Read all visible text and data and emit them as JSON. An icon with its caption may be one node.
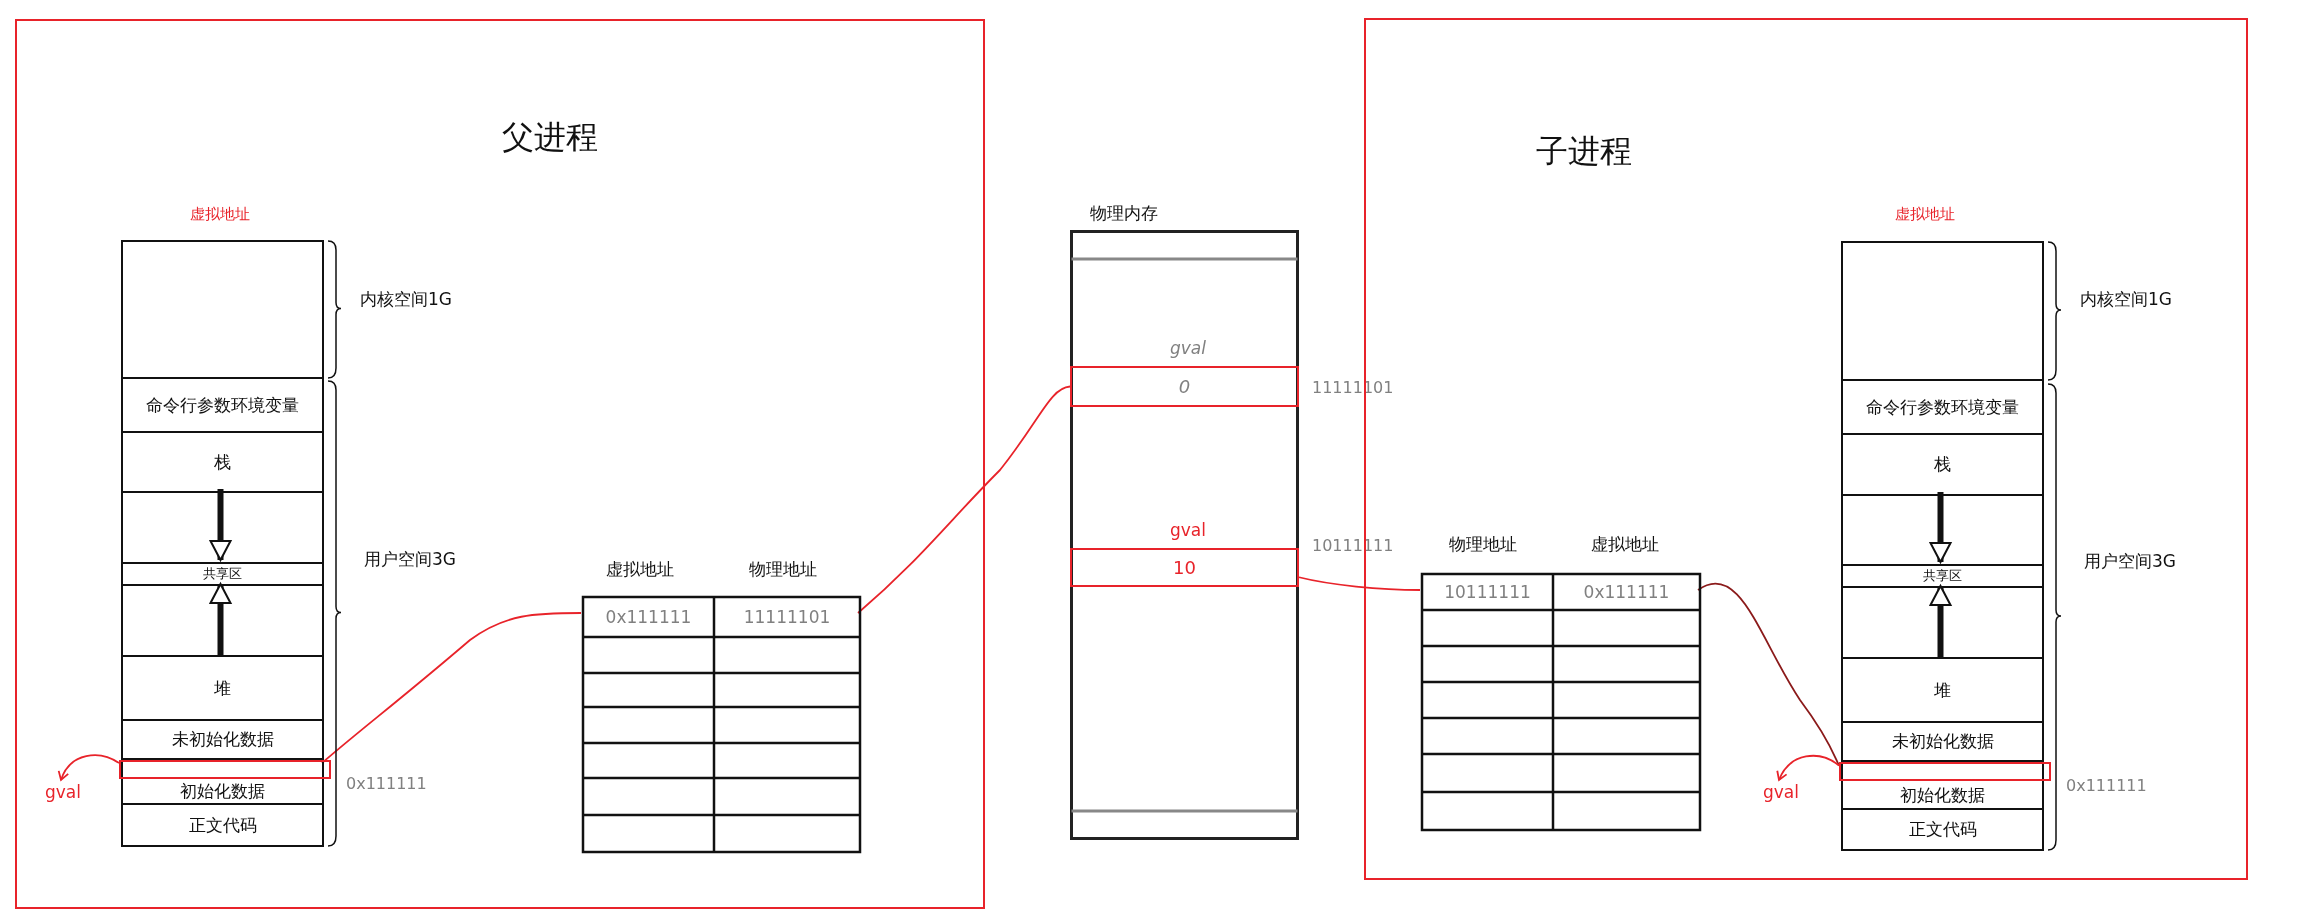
{
  "diagram": {
    "nodes": [
      {
        "text": [
          "父进程"
        ]
      },
      {
        "text": [],
        "shape": "box",
        "in": 0
      },
      {
        "text": [
          "命令行参数环境变量"
        ],
        "in": 0
      },
      {
        "text": [
          "栈"
        ],
        "in": 0
      },
      {
        "text": [],
        "shape": "box",
        "in": 0
      },
      {
        "text": [
          "共享区"
        ],
        "in": 0
      },
      {
        "text": [],
        "shape": "box",
        "in": 0
      },
      {
        "text": [
          "堆"
        ],
        "in": 0
      },
      {
        "text": [
          "未初始化数据"
        ],
        "in": 0
      },
      {
        "text": [
          "初始化数据"
        ],
        "in": 0,
        "beside": [
          "0x111111"
        ]
      },
      {
        "text": [
          "正文代码"
        ],
        "in": 0
      },
      {
        "text": [
          "gval"
        ],
        "in": 0
      },
      {
        "text": [
          "0x111111"
        ],
        "in": 0
      },
      {
        "text": [
          "11111101"
        ],
        "in": 0
      },
      {
        "text": [
          "物理内存"
        ]
      },
      {
        "text": [
          "gval",
          "0"
        ],
        "in": 14,
        "beside": [
          "11111101"
        ]
      },
      {
        "text": [
          "gval",
          "10"
        ],
        "in": 14,
        "beside": [
          "10111111"
        ]
      },
      {
        "text": [
          "子进程"
        ]
      },
      {
        "text": [
          "10111111"
        ],
        "in": 17
      },
      {
        "text": [
          "0x111111"
        ],
        "in": 17
      },
      {
        "text": [],
        "shape": "box",
        "in": 17
      },
      {
        "text": [
          "命令行参数环境变量"
        ],
        "in": 17
      },
      {
        "text": [
          "栈"
        ],
        "in": 17
      },
      {
        "text": [],
        "shape": "box",
        "in": 17
      },
      {
        "text": [
          "共享区"
        ],
        "in": 17
      },
      {
        "text": [],
        "shape": "box",
        "in": 17
      },
      {
        "text": [
          "堆"
        ],
        "in": 17
      },
      {
        "text": [
          "未初始化数据"
        ],
        "in": 17
      },
      {
        "text": [
          "初始化数据"
        ],
        "in": 17,
        "beside": [
          "0x111111"
        ]
      },
      {
        "text": [
          "正文代码"
        ],
        "in": 17
      },
      {
        "text": [
          "gval"
        ],
        "in": 17
      }
    ],
    "edges": [
      {
        "from": 9,
        "to": 11,
        "arrow": "to"
      },
      {
        "from": 9,
        "to": 12,
        "arrow": "none"
      },
      {
        "from": 13,
        "to": 15,
        "arrow": "none"
      },
      {
        "from": 16,
        "to": 18,
        "arrow": "none"
      },
      {
        "from": 19,
        "to": 28,
        "arrow": "none",
        "color": "#8b1a1a"
      },
      {
        "from": 28,
        "to": 30,
        "arrow": "to"
      },
      {
        "from": 4,
        "to": 5,
        "arrow": "to",
        "style": "thick",
        "color": "#111111"
      },
      {
        "from": 6,
        "to": 5,
        "arrow": "to",
        "style": "thick",
        "color": "#111111"
      },
      {
        "from": 23,
        "to": 24,
        "arrow": "to",
        "style": "thick",
        "color": "#111111"
      },
      {
        "from": 25,
        "to": 24,
        "arrow": "to",
        "style": "thick",
        "color": "#111111"
      }
    ],
    "labels": [
      "虚拟地址",
      "内核空间1G",
      "用户空间3G",
      "虚拟地址",
      "物理地址",
      "物理地址",
      "虚拟地址",
      "虚拟地址",
      "内核空间1G",
      "用户空间3G"
    ]
  }
}
